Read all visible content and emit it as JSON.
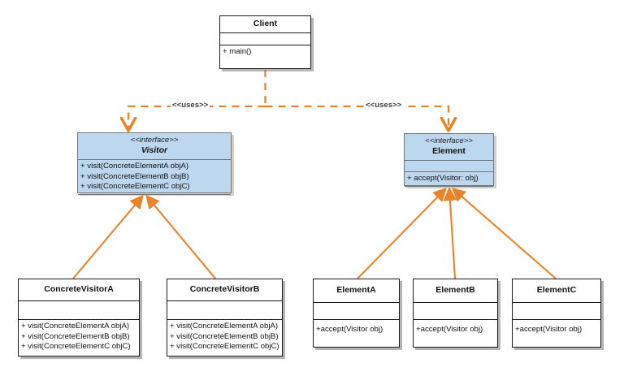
{
  "diagram": {
    "kind": "uml-class-diagram",
    "pattern": "Visitor",
    "background": "#ffffff",
    "relation_color": "#e8832a",
    "interface_fill": "#bdd7ee",
    "interface_border": "#767676",
    "class_fill": "#ffffff",
    "class_border": "#1a1a1a"
  },
  "classes": {
    "client": {
      "name": "Client",
      "stereotype": "",
      "attributes": [],
      "operations": [
        "+ main()"
      ]
    },
    "visitor": {
      "name": "Visitor",
      "stereotype": "<<interface>>",
      "attributes": [],
      "operations": [
        "+ visit(ConcreteElementA objA)",
        "+ visit(ConcreteElementB objB)",
        "+ visit(ConcreteElementC objC)"
      ]
    },
    "element": {
      "name": "Element",
      "stereotype": "<<interface>>",
      "attributes": [],
      "operations": [
        "+ accept(Visitor: obj)"
      ]
    },
    "concrete_visitor_a": {
      "name": "ConcreteVisitorA",
      "stereotype": "",
      "attributes": [],
      "operations": [
        "+ visit(ConcreteElementA objA)",
        "+ visit(ConcreteElementB objB)",
        "+ visit(ConcreteElementC objC)"
      ]
    },
    "concrete_visitor_b": {
      "name": "ConcreteVisitorB",
      "stereotype": "",
      "attributes": [],
      "operations": [
        "+ visit(ConcreteElementA objA)",
        "+ visit(ConcreteElementB objB)",
        "+ visit(ConcreteElementC objC)"
      ]
    },
    "element_a": {
      "name": "ElementA",
      "stereotype": "",
      "attributes": [],
      "operations": [
        "+accept(Visitor obj)"
      ]
    },
    "element_b": {
      "name": "ElementB",
      "stereotype": "",
      "attributes": [],
      "operations": [
        "+accept(Visitor obj)"
      ]
    },
    "element_c": {
      "name": "ElementC",
      "stereotype": "",
      "attributes": [],
      "operations": [
        "+accept(Visitor obj)"
      ]
    }
  },
  "relationships": [
    {
      "id": "uses-visitor",
      "type": "dependency",
      "label": "<<uses>>",
      "from": "Client",
      "to": "Visitor"
    },
    {
      "id": "uses-element",
      "type": "dependency",
      "label": "<<uses>>",
      "from": "Client",
      "to": "Element"
    },
    {
      "id": "cva-visitor",
      "type": "realization",
      "label": "",
      "from": "ConcreteVisitorA",
      "to": "Visitor"
    },
    {
      "id": "cvb-visitor",
      "type": "realization",
      "label": "",
      "from": "ConcreteVisitorB",
      "to": "Visitor"
    },
    {
      "id": "ea-element",
      "type": "realization",
      "label": "",
      "from": "ElementA",
      "to": "Element"
    },
    {
      "id": "eb-element",
      "type": "realization",
      "label": "",
      "from": "ElementB",
      "to": "Element"
    },
    {
      "id": "ec-element",
      "type": "realization",
      "label": "",
      "from": "ElementC",
      "to": "Element"
    }
  ]
}
